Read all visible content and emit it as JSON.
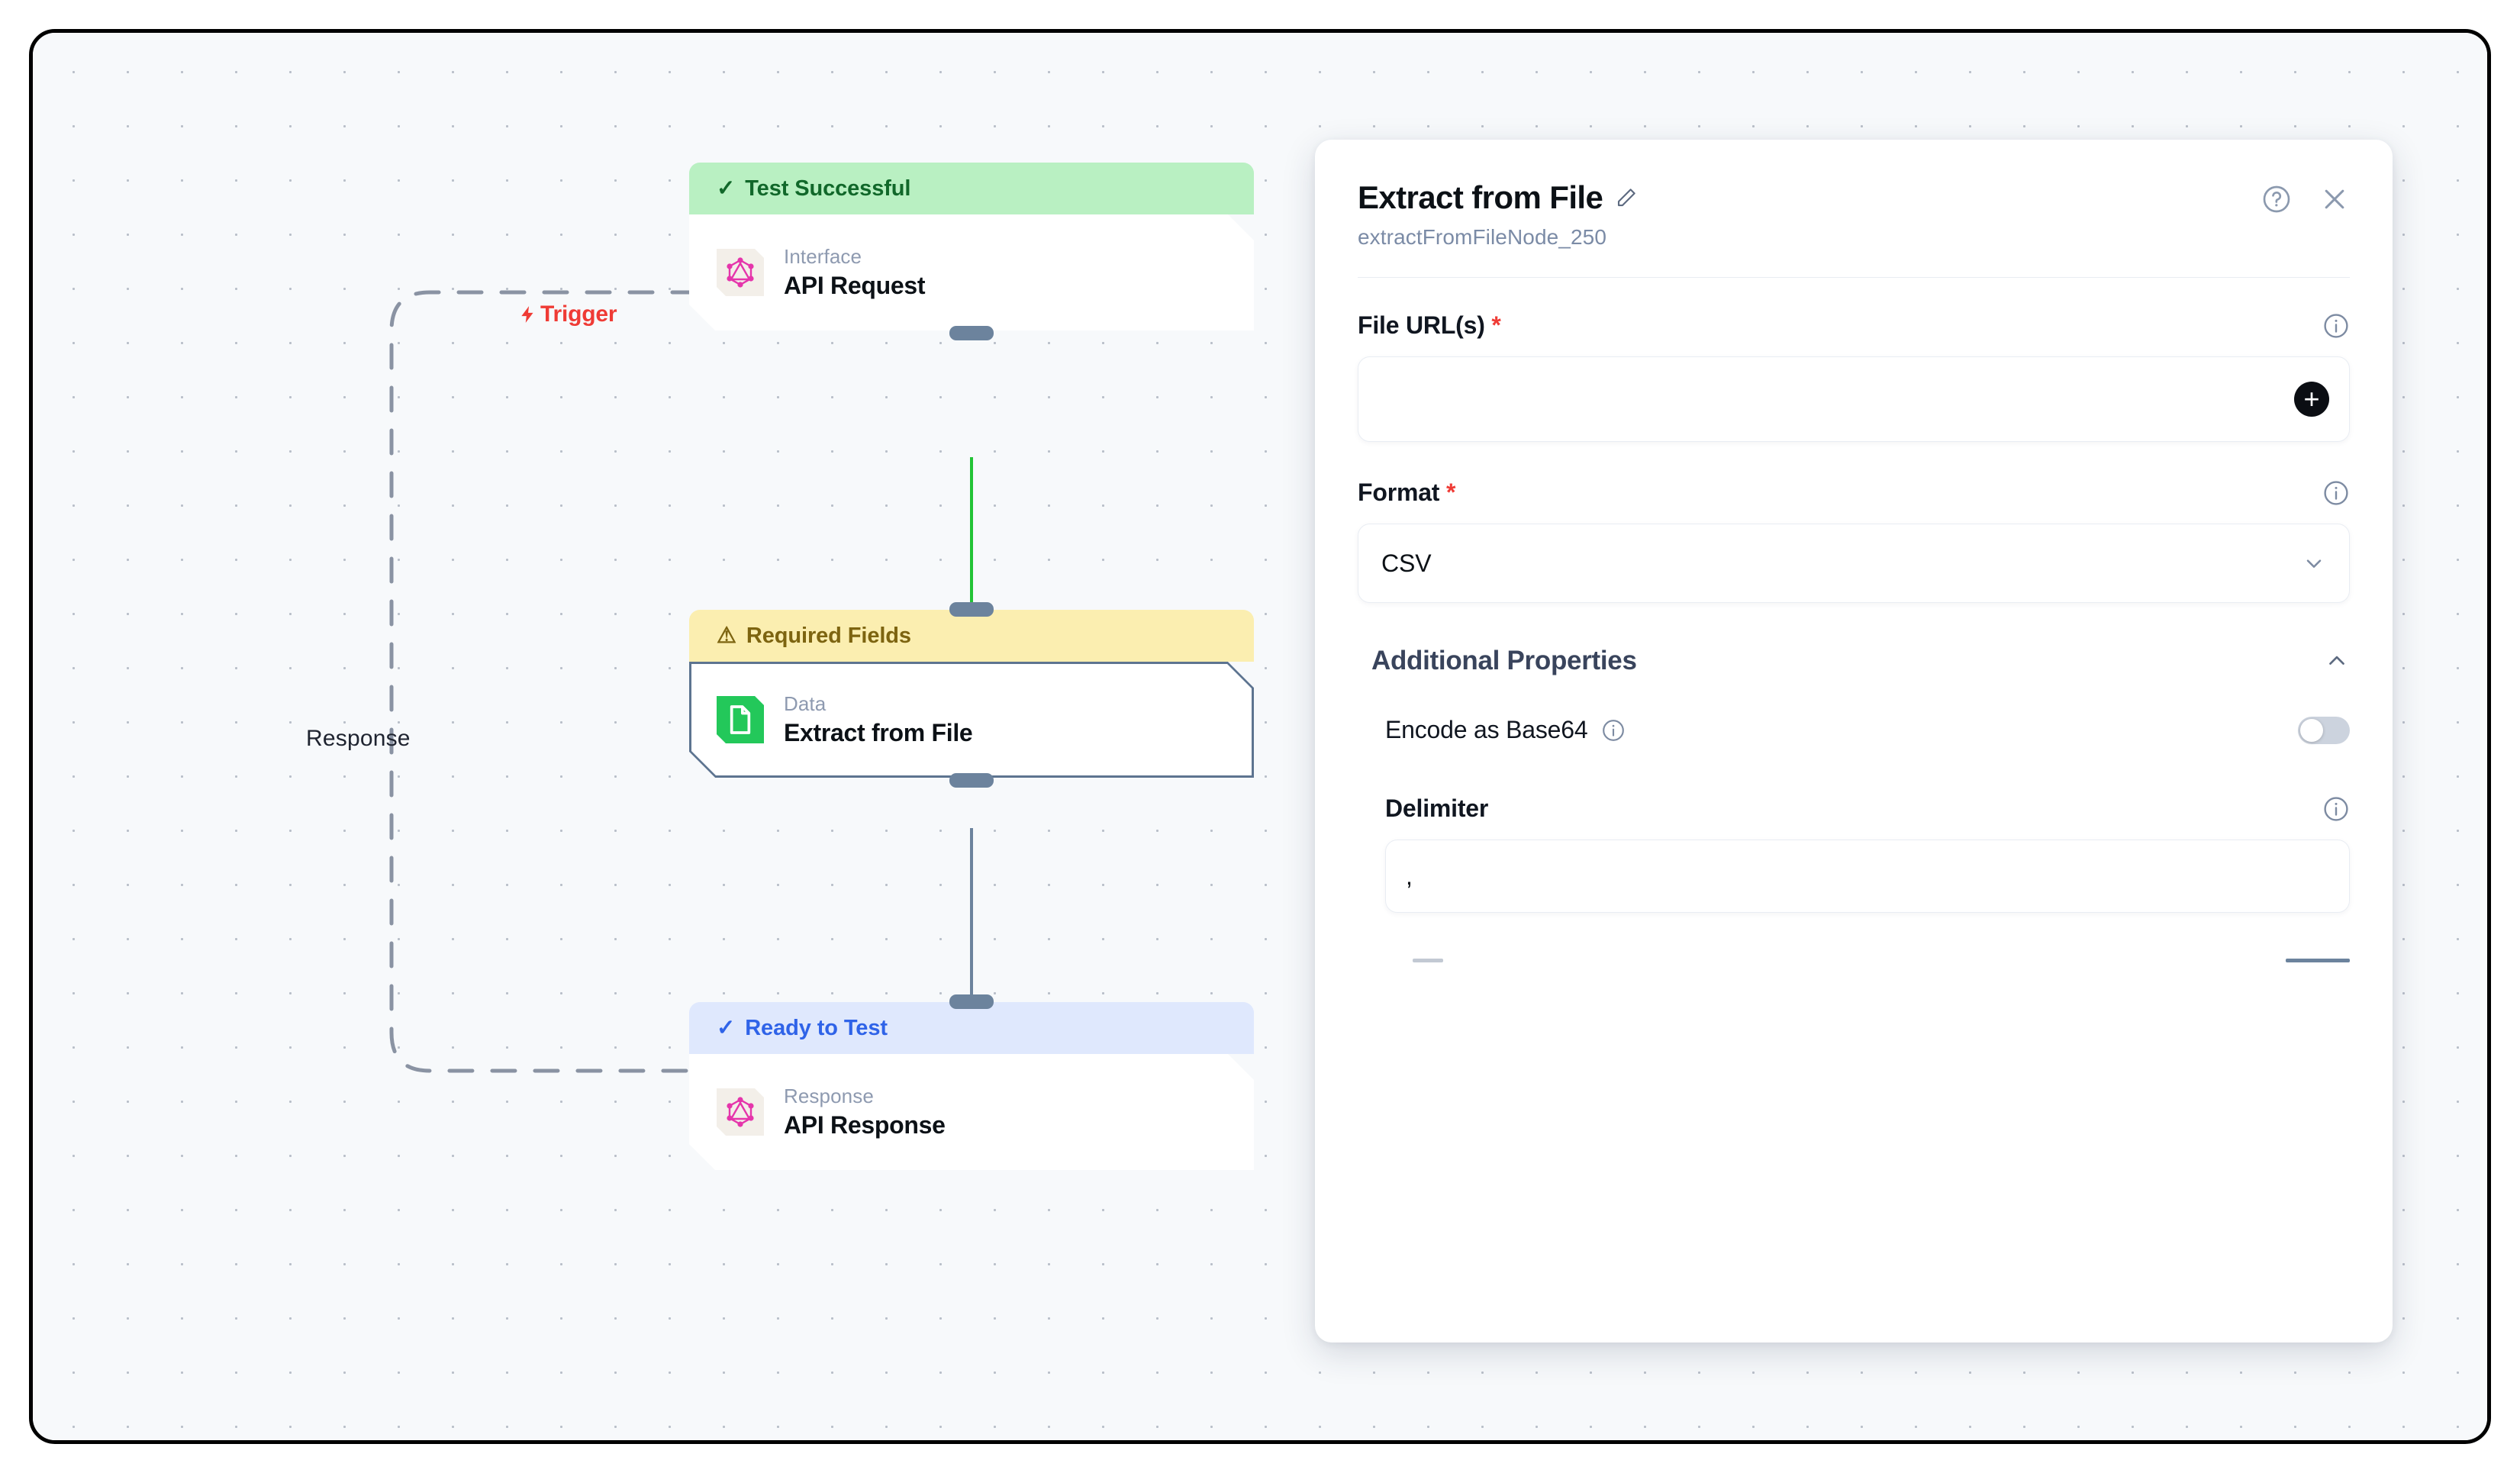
{
  "canvas": {
    "trigger_edge_label": "Trigger",
    "response_edge_label": "Response",
    "trigger_icon": "lightning-bolt-icon",
    "dot_grid": true
  },
  "nodes": [
    {
      "status_label": "Test Successful",
      "status_icon": "check-icon",
      "status_variant": "success",
      "kind": "Interface",
      "title": "API Request",
      "icon": "graphql-icon",
      "selected": false
    },
    {
      "status_label": "Required Fields",
      "status_icon": "warning-triangle-icon",
      "status_variant": "warning",
      "kind": "Data",
      "title": "Extract from File",
      "icon": "file-document-icon",
      "selected": true
    },
    {
      "status_label": "Ready to Test",
      "status_icon": "check-icon",
      "status_variant": "ready",
      "kind": "Response",
      "title": "API Response",
      "icon": "graphql-icon",
      "selected": false
    }
  ],
  "panel": {
    "title": "Extract from File",
    "edit_icon": "pencil-icon",
    "subtitle": "extractFromFileNode_250",
    "help_icon": "help-circle-icon",
    "close_icon": "close-icon",
    "fields": {
      "file_urls": {
        "label": "File URL(s)",
        "required_marker": "*",
        "value": "",
        "placeholder": "",
        "info_icon": "info-circle-icon",
        "add_icon": "plus-icon"
      },
      "format": {
        "label": "Format",
        "required_marker": "*",
        "value": "CSV",
        "info_icon": "info-circle-icon",
        "chevron_icon": "chevron-down-icon"
      }
    },
    "additional_properties": {
      "title": "Additional Properties",
      "expanded": true,
      "collapse_icon": "chevron-up-icon",
      "encode_base64": {
        "label": "Encode as Base64",
        "info_icon": "info-circle-icon",
        "enabled": false
      },
      "delimiter": {
        "label": "Delimiter",
        "info_icon": "info-circle-icon",
        "value": ","
      }
    }
  },
  "colors": {
    "accent_red": "#ef3b35",
    "success_bg": "#b9f0c2",
    "success_fg": "#11682a",
    "warning_bg": "#fbeeb0",
    "warning_fg": "#7d6410",
    "ready_bg": "#dfe8fd",
    "ready_fg": "#2f63e8",
    "edge_green": "#22c335",
    "edge_slate": "#6c839d",
    "graphql_pink": "#e535ab",
    "file_green": "#23c85a",
    "canvas_bg": "#f7f9fb"
  }
}
